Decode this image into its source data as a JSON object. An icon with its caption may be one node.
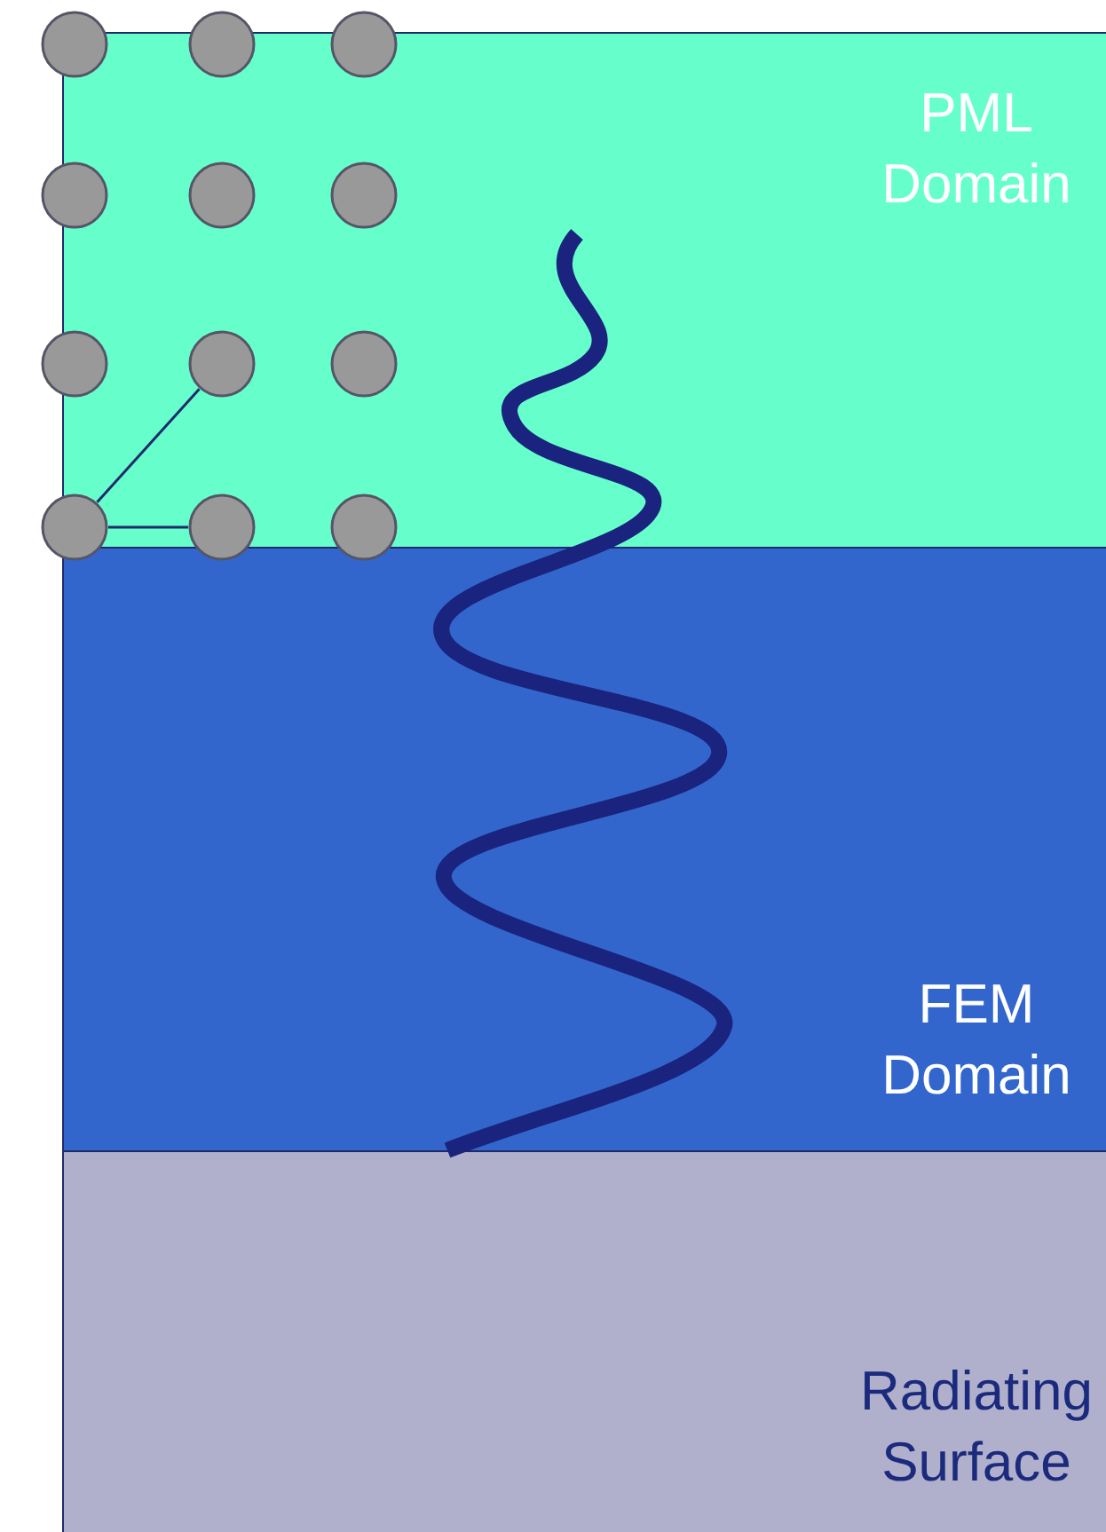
{
  "diagram": {
    "nodes": [
      {
        "text": [
          "PML Domain"
        ]
      },
      {
        "text": [],
        "shape": "circle"
      },
      {
        "text": [],
        "shape": "circle"
      },
      {
        "text": [],
        "shape": "circle"
      },
      {
        "text": [],
        "shape": "circle"
      },
      {
        "text": [],
        "shape": "circle",
        "in": 0
      },
      {
        "text": [],
        "shape": "circle",
        "in": 0
      },
      {
        "text": [],
        "shape": "circle"
      },
      {
        "text": [],
        "shape": "circle",
        "in": 0
      },
      {
        "text": [],
        "shape": "circle",
        "in": 0
      },
      {
        "text": [],
        "shape": "circle"
      },
      {
        "text": [],
        "shape": "circle"
      },
      {
        "text": [],
        "shape": "circle"
      },
      {
        "text": [
          "FEM Domain"
        ]
      },
      {
        "text": [
          "Radiating Surface"
        ]
      }
    ],
    "edges": [
      {
        "from": 10,
        "to": 8,
        "arrow": "none"
      },
      {
        "from": 10,
        "to": 11,
        "arrow": "none"
      }
    ]
  }
}
